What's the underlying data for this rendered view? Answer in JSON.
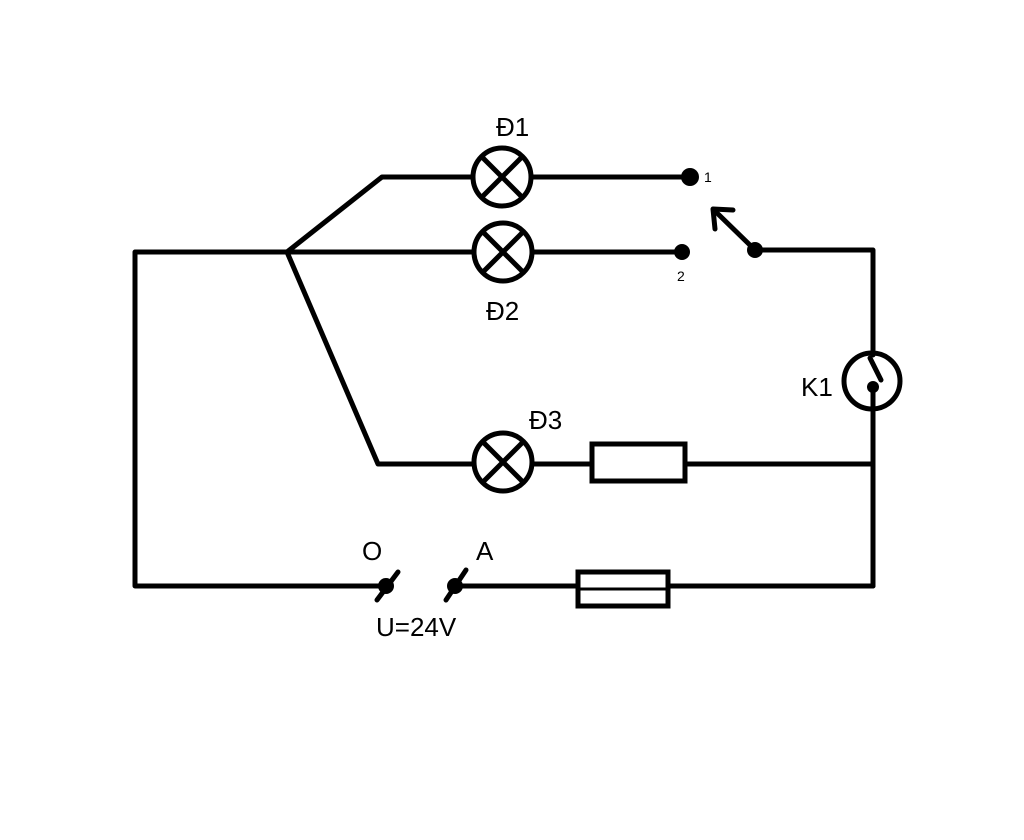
{
  "diagram": {
    "labels": {
      "lamp1": "Đ1",
      "lamp2": "Đ2",
      "lamp3": "Đ3",
      "contact1": "1",
      "contact2": "2",
      "relay": "K1",
      "terminal_o": "O",
      "terminal_a": "A",
      "voltage": "U=24V"
    },
    "colors": {
      "stroke": "#000000",
      "background": "#ffffff"
    },
    "icons": [
      "lamp-icon",
      "resistor-icon",
      "fuse-icon",
      "switch-icon",
      "relay-contact-icon",
      "terminal-icon"
    ]
  }
}
